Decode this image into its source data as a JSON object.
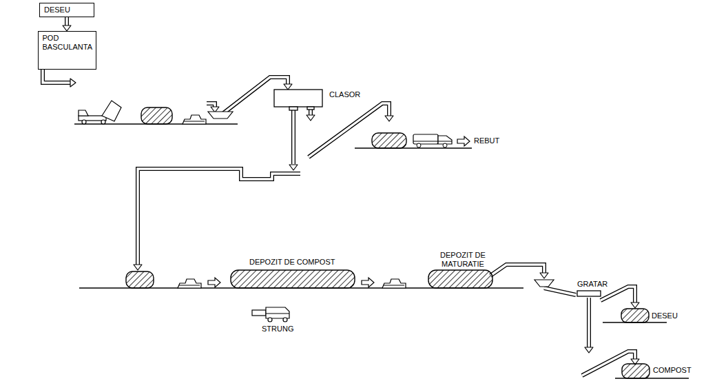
{
  "diagram": {
    "nodes": [
      {
        "text": [
          "DESEU"
        ]
      },
      {
        "text": [
          "POD BASCULANTA"
        ]
      }
    ],
    "edges": [
      {
        "from": 0,
        "to": 1,
        "arrow": "to"
      }
    ],
    "labels": [
      "CLASOR",
      "REBUT",
      "DEPOZIT DE COMPOST",
      "STRUNG",
      "DEPOZIT DE MATURATIE",
      "GRATAR",
      "DESEU",
      "COMPOST"
    ]
  }
}
